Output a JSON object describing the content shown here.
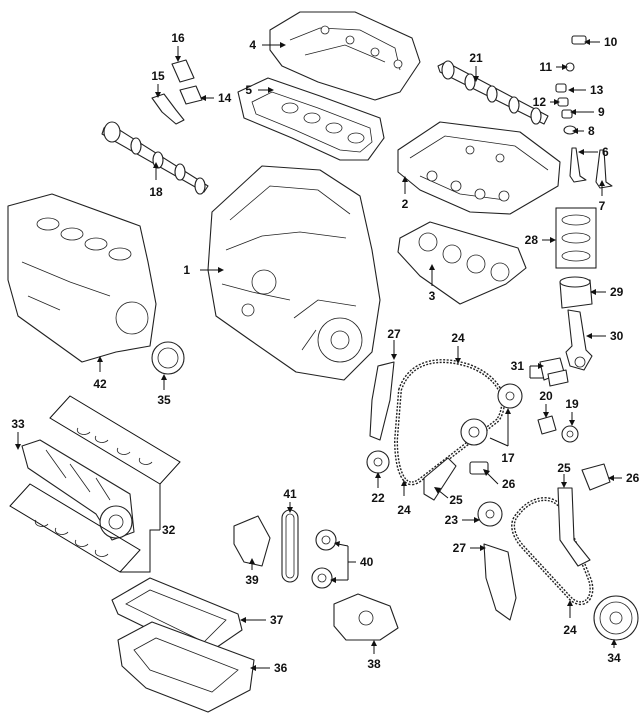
{
  "diagram": {
    "callouts": [
      {
        "id": "1",
        "label": "1"
      },
      {
        "id": "2",
        "label": "2"
      },
      {
        "id": "3",
        "label": "3"
      },
      {
        "id": "4",
        "label": "4"
      },
      {
        "id": "5",
        "label": "5"
      },
      {
        "id": "6",
        "label": "6"
      },
      {
        "id": "7",
        "label": "7"
      },
      {
        "id": "8",
        "label": "8"
      },
      {
        "id": "9",
        "label": "9"
      },
      {
        "id": "10",
        "label": "10"
      },
      {
        "id": "11",
        "label": "11"
      },
      {
        "id": "12",
        "label": "12"
      },
      {
        "id": "13",
        "label": "13"
      },
      {
        "id": "14",
        "label": "14"
      },
      {
        "id": "15",
        "label": "15"
      },
      {
        "id": "16",
        "label": "16"
      },
      {
        "id": "17",
        "label": "17"
      },
      {
        "id": "18",
        "label": "18"
      },
      {
        "id": "19",
        "label": "19"
      },
      {
        "id": "20",
        "label": "20"
      },
      {
        "id": "21",
        "label": "21"
      },
      {
        "id": "22",
        "label": "22"
      },
      {
        "id": "23",
        "label": "23"
      },
      {
        "id": "24a",
        "label": "24"
      },
      {
        "id": "24b",
        "label": "24"
      },
      {
        "id": "24c",
        "label": "24"
      },
      {
        "id": "25a",
        "label": "25"
      },
      {
        "id": "25b",
        "label": "25"
      },
      {
        "id": "26a",
        "label": "26"
      },
      {
        "id": "26b",
        "label": "26"
      },
      {
        "id": "27a",
        "label": "27"
      },
      {
        "id": "27b",
        "label": "27"
      },
      {
        "id": "28",
        "label": "28"
      },
      {
        "id": "29",
        "label": "29"
      },
      {
        "id": "30",
        "label": "30"
      },
      {
        "id": "31",
        "label": "31"
      },
      {
        "id": "32",
        "label": "32"
      },
      {
        "id": "33",
        "label": "33"
      },
      {
        "id": "34",
        "label": "34"
      },
      {
        "id": "35",
        "label": "35"
      },
      {
        "id": "36",
        "label": "36"
      },
      {
        "id": "37",
        "label": "37"
      },
      {
        "id": "38",
        "label": "38"
      },
      {
        "id": "39",
        "label": "39"
      },
      {
        "id": "40",
        "label": "40"
      },
      {
        "id": "41",
        "label": "41"
      },
      {
        "id": "42",
        "label": "42"
      }
    ]
  }
}
